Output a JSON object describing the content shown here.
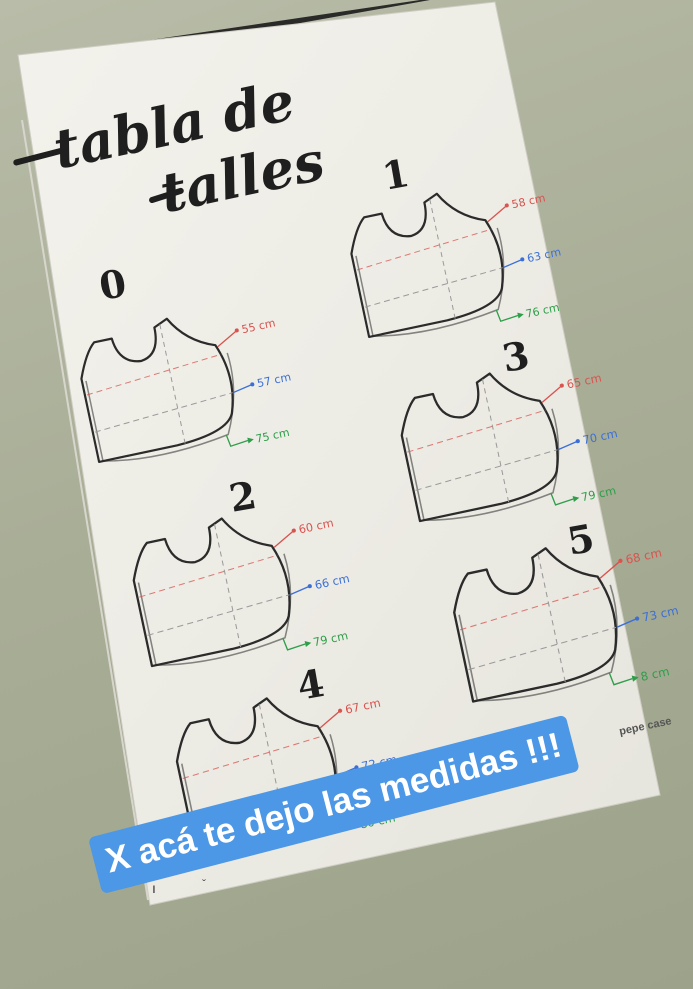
{
  "title": {
    "line1": "tabla de",
    "line2": "talles"
  },
  "caption": "X acá te dejo las medidas !!!",
  "brand": "pepe case",
  "colors": {
    "background": "#a9ae97",
    "paper": "#f1f0ea",
    "ink": "#2b2b2b",
    "pencil": "#9a9a9a",
    "red": "#d9534f",
    "blue": "#3b6fd8",
    "green": "#2e9e4a",
    "caption_bg": "#4c97e6"
  },
  "sizes": [
    {
      "label": "0",
      "measures": [
        {
          "value": "55 cm",
          "color": "red"
        },
        {
          "value": "57 cm",
          "color": "blue"
        },
        {
          "value": "75 cm",
          "color": "green"
        }
      ]
    },
    {
      "label": "1",
      "measures": [
        {
          "value": "58 cm",
          "color": "red"
        },
        {
          "value": "63 cm",
          "color": "blue"
        },
        {
          "value": "76 cm",
          "color": "green"
        }
      ]
    },
    {
      "label": "2",
      "measures": [
        {
          "value": "60 cm",
          "color": "red"
        },
        {
          "value": "66 cm",
          "color": "blue"
        },
        {
          "value": "79 cm",
          "color": "green"
        }
      ]
    },
    {
      "label": "3",
      "measures": [
        {
          "value": "65 cm",
          "color": "red"
        },
        {
          "value": "70 cm",
          "color": "blue"
        },
        {
          "value": "79 cm",
          "color": "green"
        }
      ]
    },
    {
      "label": "4",
      "measures": [
        {
          "value": "67 cm",
          "color": "red"
        },
        {
          "value": "72 cm",
          "color": "blue"
        },
        {
          "value": "80 cm",
          "color": "green"
        }
      ]
    },
    {
      "label": "5",
      "measures": [
        {
          "value": "68 cm",
          "color": "red"
        },
        {
          "value": "73 cm",
          "color": "blue"
        },
        {
          "value": "8 cm",
          "color": "green"
        }
      ]
    }
  ]
}
